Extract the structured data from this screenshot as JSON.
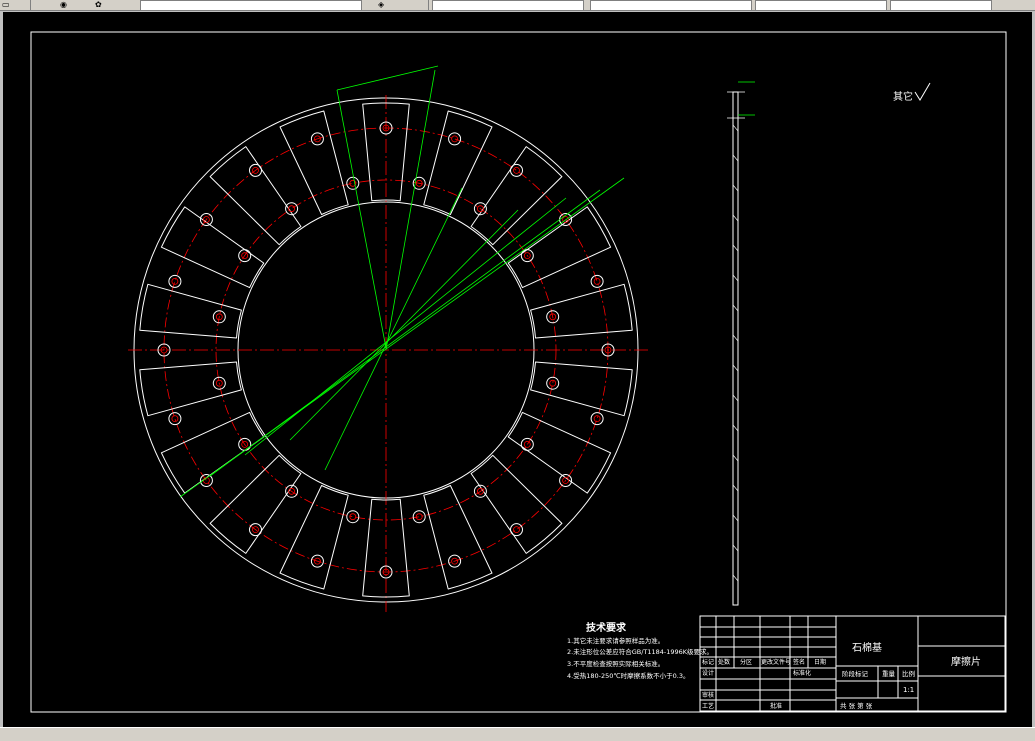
{
  "toolbar": {
    "items": [
      "",
      "",
      "",
      "",
      "",
      "",
      ""
    ],
    "icons": [
      "file-icon",
      "globe-icon",
      "gear-icon",
      "layer-icon"
    ]
  },
  "drawing": {
    "tech_req_title": "技术要求",
    "tech_req_lines": [
      "1.其它未注要求请参照样品为准。",
      "2.未注形位公差应符合GB/T1184-1996K级要求。",
      "3.不平度检查按照实际相关标准。",
      "4.受热180-250℃时摩擦系数不小于0.3。"
    ],
    "surface_note": "其它",
    "title_block": {
      "material": "石棉基",
      "part_name": "摩擦片",
      "scale_label": "比例",
      "scale_value": "1:1",
      "weight_label": "重量",
      "stage_label": "阶段标记",
      "sheets_label": "共 张 第 张",
      "row_labels": [
        "标记",
        "处数",
        "分区",
        "更改文件号",
        "签名",
        "日期"
      ],
      "left_labels": [
        "设计",
        "审核",
        "工艺"
      ],
      "mid_labels": [
        "标准化",
        "批准"
      ]
    },
    "colors": {
      "background": "#000000",
      "outline": "#ffffff",
      "centerline": "#ff0000",
      "dimension": "#00ff00"
    }
  }
}
